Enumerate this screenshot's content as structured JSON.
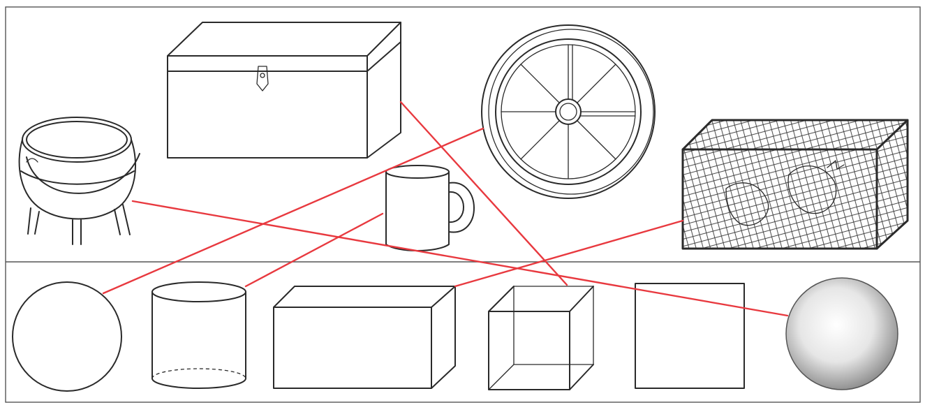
{
  "colors": {
    "match_line": "#e8393f",
    "ink": "#2a2a2a",
    "frame": "#555555",
    "background": "#ffffff"
  },
  "top_row": {
    "objects": [
      {
        "id": "pot",
        "icon": "cauldron-pot-icon"
      },
      {
        "id": "chest",
        "icon": "treasure-chest-icon"
      },
      {
        "id": "mug",
        "icon": "mug-icon"
      },
      {
        "id": "wheel",
        "icon": "wagon-wheel-icon"
      },
      {
        "id": "cage",
        "icon": "chicken-cage-icon"
      }
    ]
  },
  "bottom_row": {
    "shapes": [
      {
        "id": "circle",
        "icon": "circle-shape-icon"
      },
      {
        "id": "cylinder",
        "icon": "cylinder-shape-icon"
      },
      {
        "id": "cuboid",
        "icon": "cuboid-shape-icon"
      },
      {
        "id": "cube",
        "icon": "wireframe-cube-shape-icon"
      },
      {
        "id": "square",
        "icon": "square-shape-icon"
      },
      {
        "id": "sphere",
        "icon": "shaded-sphere-shape-icon"
      }
    ]
  },
  "matches": [
    {
      "object": "pot",
      "shape": "sphere"
    },
    {
      "object": "chest",
      "shape": "cube"
    },
    {
      "object": "mug",
      "shape": "cylinder"
    },
    {
      "object": "wheel",
      "shape": "circle"
    },
    {
      "object": "cage",
      "shape": "cuboid"
    }
  ]
}
